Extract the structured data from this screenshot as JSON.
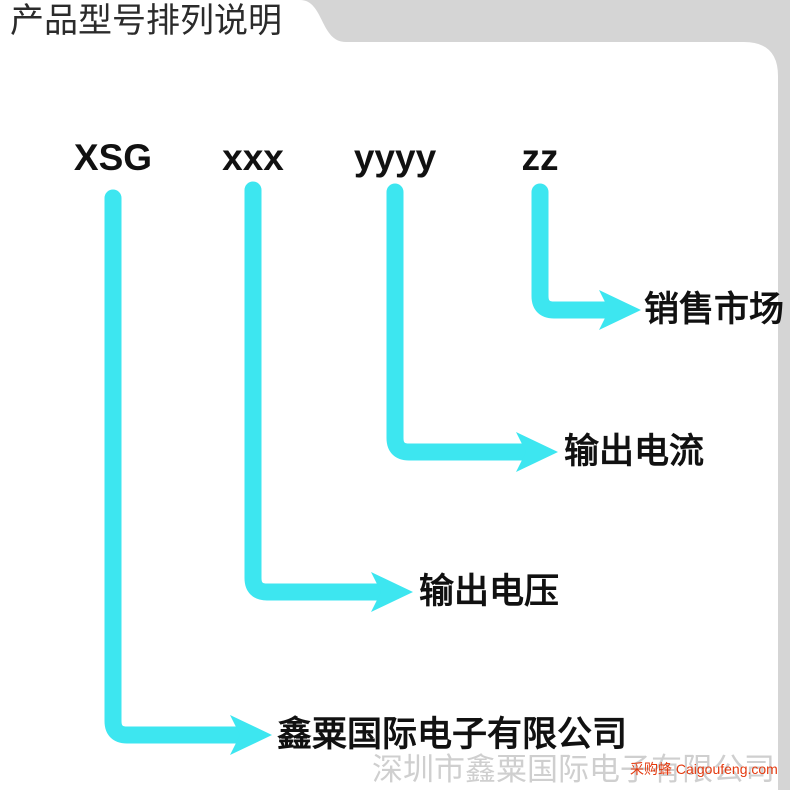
{
  "header": {
    "title": "产品型号排列说明"
  },
  "model_parts": [
    {
      "code": "XSG",
      "meaning": "鑫粟国际电子有限公司"
    },
    {
      "code": "xxx",
      "meaning": "输出电压"
    },
    {
      "code": "yyyy",
      "meaning": "输出电流"
    },
    {
      "code": "zz",
      "meaning": "销售市场"
    }
  ],
  "watermark": {
    "company": "深圳市鑫粟国际电子有限公司",
    "brand": "采购蜂",
    "site": "Caigoufeng.com"
  },
  "colors": {
    "bg": "#d5d5d5",
    "panel": "#ffffff",
    "arrow": "#3de6f0",
    "text": "#111111",
    "title": "#2b2b2b",
    "wm": "#cfcfcf",
    "brand": "#e4390e"
  }
}
